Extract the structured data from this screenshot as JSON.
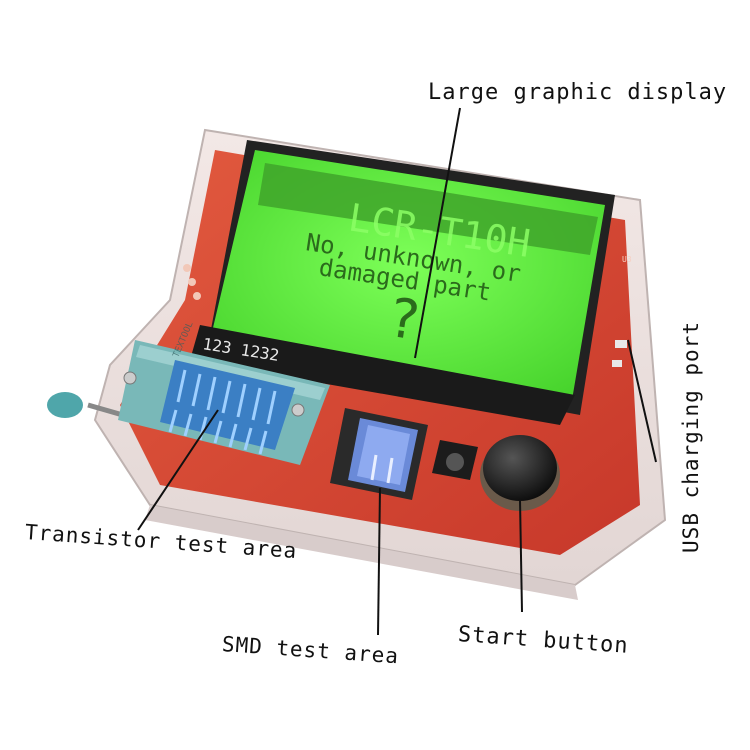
{
  "device": {
    "lcd_title": "LCR-T10H",
    "lcd_message_line1": "No, unknown, or",
    "lcd_message_line2": "damaged part",
    "lcd_symbol": "?",
    "pcb_marking": "123 1232",
    "zif_socket_text": "TEXTOOL",
    "pcb_marking_u3": "U3"
  },
  "callouts": {
    "display": "Large graphic display",
    "usb": "USB charging port",
    "transistor": "Transistor test area",
    "smd": "SMD test area",
    "start": "Start button"
  },
  "colors": {
    "lcd_green": "#5cf236",
    "lcd_text": "#2a6a1a",
    "pcb_red": "#d9452d",
    "socket_teal": "#6fb3b6"
  }
}
